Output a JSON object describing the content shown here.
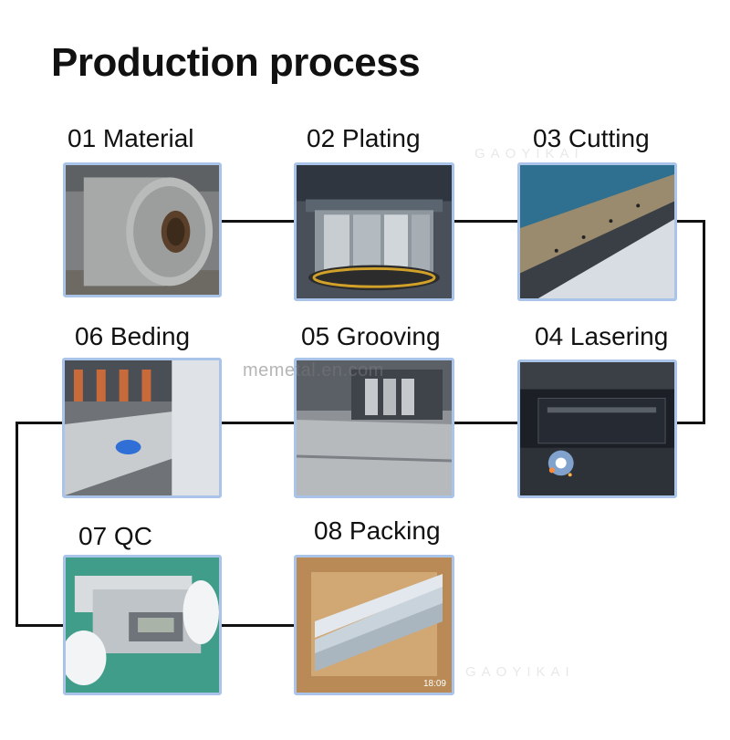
{
  "title": "Production process",
  "watermark": "memetal.en.com",
  "logo_text": "GAOYIKAI",
  "steps": [
    {
      "label": "01 Material"
    },
    {
      "label": "02 Plating"
    },
    {
      "label": "03 Cutting"
    },
    {
      "label": "04 Lasering"
    },
    {
      "label": "05 Grooving"
    },
    {
      "label": "06 Beding"
    },
    {
      "label": "07 QC"
    },
    {
      "label": "08 Packing"
    }
  ],
  "packing_timestamp": "18:09",
  "colors": {
    "frame": "#a9c4e8",
    "connector": "#111111"
  }
}
